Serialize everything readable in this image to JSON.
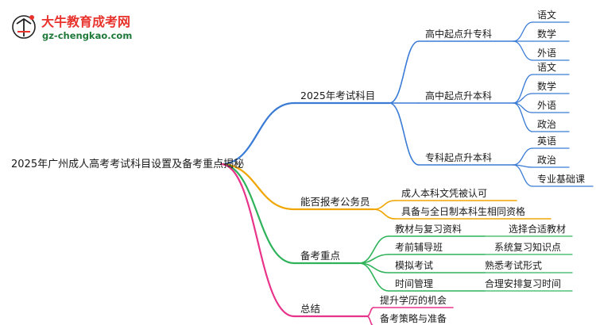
{
  "watermark": {
    "name": "大牛教育成考网",
    "url": "gz-chengkao.com"
  },
  "root": {
    "label": "2025年广州成人高考考试科目设置及备考重点揭秘"
  },
  "colors": {
    "blue": "#3a7bd5",
    "orange": "#f0a500",
    "green": "#2fb35a",
    "pink": "#e8338a"
  },
  "branches": [
    {
      "label": "2025年考试科目",
      "color": "blue",
      "children": [
        {
          "label": "高中起点升专科",
          "children": [
            "语文",
            "数学",
            "外语"
          ]
        },
        {
          "label": "高中起点升本科",
          "children": [
            "语文",
            "数学",
            "外语",
            "政治"
          ]
        },
        {
          "label": "专科起点升本科",
          "children": [
            "英语",
            "政治",
            "专业基础课"
          ]
        }
      ]
    },
    {
      "label": "能否报考公务员",
      "color": "orange",
      "children": [
        {
          "label": "成人本科文凭被认可",
          "children": []
        },
        {
          "label": "具备与全日制本科生相同资格",
          "children": []
        }
      ]
    },
    {
      "label": "备考重点",
      "color": "green",
      "children": [
        {
          "label": "教材与复习资料",
          "children": [
            "选择合适教材"
          ]
        },
        {
          "label": "考前辅导班",
          "children": [
            "系统复习知识点"
          ]
        },
        {
          "label": "模拟考试",
          "children": [
            "熟悉考试形式"
          ]
        },
        {
          "label": "时间管理",
          "children": [
            "合理安排复习时间"
          ]
        }
      ]
    },
    {
      "label": "总结",
      "color": "pink",
      "children": [
        {
          "label": "提升学历的机会",
          "children": []
        },
        {
          "label": "备考策略与准备",
          "children": []
        }
      ]
    }
  ]
}
